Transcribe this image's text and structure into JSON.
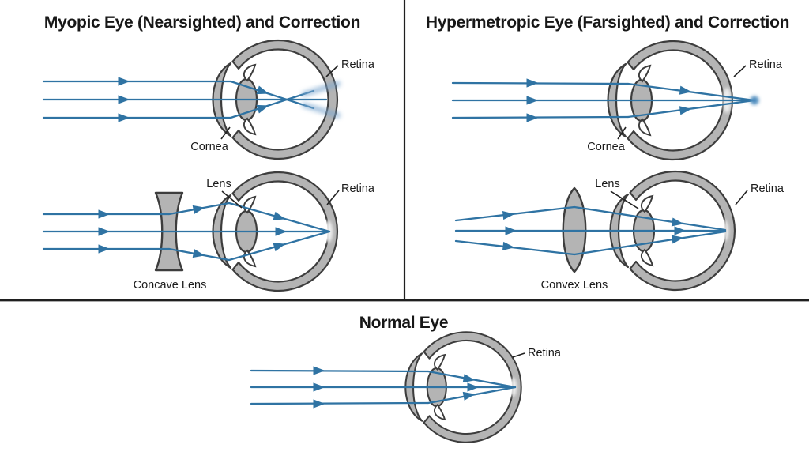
{
  "figure": {
    "description_colors": {
      "ray_blue": "#2f73a3",
      "eye_gray": "#b4b4b4",
      "outline_dark": "#3d3d3d",
      "blur_light_blue": "#7fa9d0"
    }
  },
  "panels": {
    "myopic": {
      "title": "Myopic Eye (Nearsighted) and Correction",
      "uncorrected_labels": {
        "retina": "Retina",
        "cornea": "Cornea"
      },
      "corrected_labels": {
        "lens": "Lens",
        "retina": "Retina",
        "corrective_lens": "Concave Lens"
      }
    },
    "hypermetropic": {
      "title": "Hypermetropic Eye (Farsighted) and Correction",
      "uncorrected_labels": {
        "retina": "Retina",
        "cornea": "Cornea"
      },
      "corrected_labels": {
        "lens": "Lens",
        "retina": "Retina",
        "corrective_lens": "Convex Lens"
      }
    },
    "normal": {
      "title": "Normal Eye",
      "labels": {
        "retina": "Retina"
      }
    }
  }
}
